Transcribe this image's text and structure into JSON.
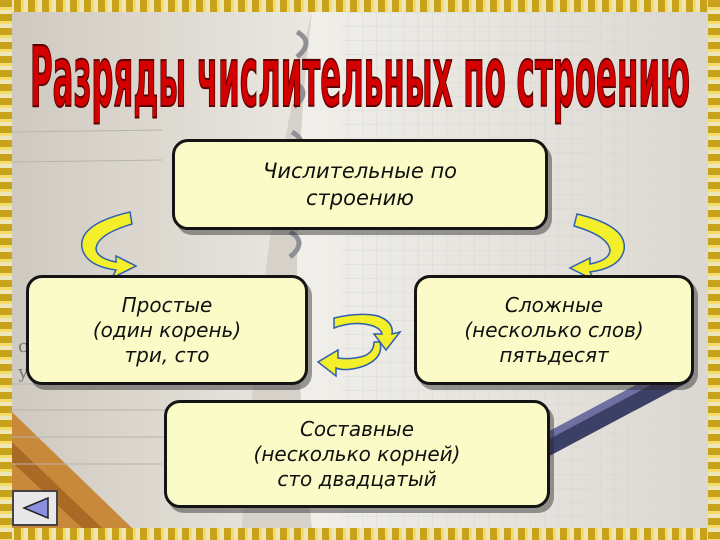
{
  "slide": {
    "title": "Разряды числительных по строению",
    "colors": {
      "title_fill": "#d40000",
      "box_fill": "#fbfbc8",
      "arrow_fill": "#f3ef2a",
      "arrow_edge": "#5a8fd8"
    }
  },
  "boxes": {
    "main": {
      "line1": "Числительные по",
      "line2": "строению"
    },
    "simple": {
      "line1": "Простые",
      "line2": "(один корень)",
      "line3": "три, сто"
    },
    "compound": {
      "line1": "Сложные",
      "line2": "(несколько слов)",
      "line3": "пятьдесят"
    },
    "composite": {
      "line1": "Составные",
      "line2": "(несколько корней)",
      "line3": "сто двадцатый"
    }
  },
  "background_notebook": {
    "letters": [
      "с",
      "у"
    ]
  },
  "nav": {
    "back_icon": "triangle-left-icon"
  }
}
